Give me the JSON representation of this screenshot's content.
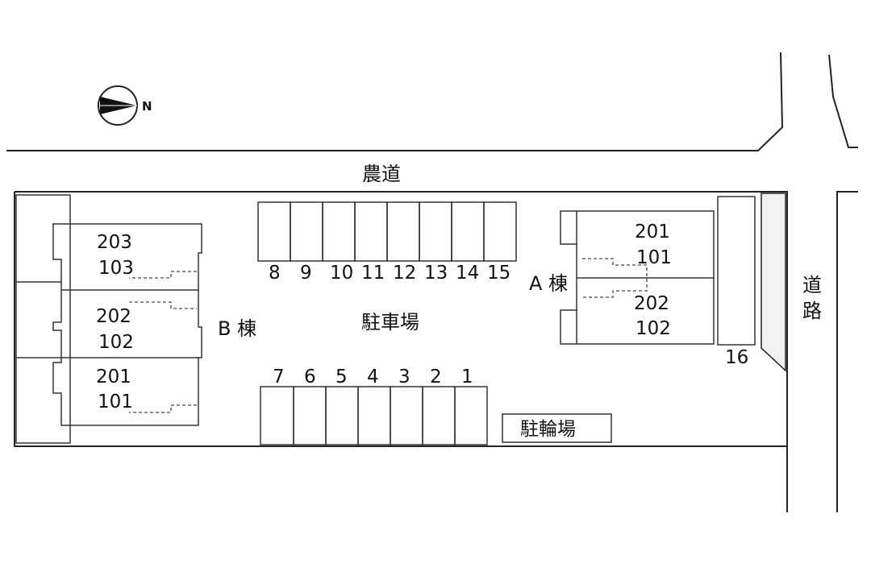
{
  "labels": {
    "north": "N",
    "farm_road": "農道",
    "road_char1": "道",
    "road_char2": "路",
    "parking": "駐車場",
    "bicycle_parking": "駐輪場",
    "building_a": "A 棟",
    "building_b": "B 棟"
  },
  "parking_top": [
    "8",
    "9",
    "10",
    "11",
    "12",
    "13",
    "14",
    "15"
  ],
  "parking_bottom": [
    "7",
    "6",
    "5",
    "4",
    "3",
    "2",
    "1"
  ],
  "parking_side": "16",
  "building_a_units": [
    "201",
    "101",
    "202",
    "102"
  ],
  "building_b_units": [
    "203",
    "103",
    "202",
    "102",
    "201",
    "101"
  ]
}
